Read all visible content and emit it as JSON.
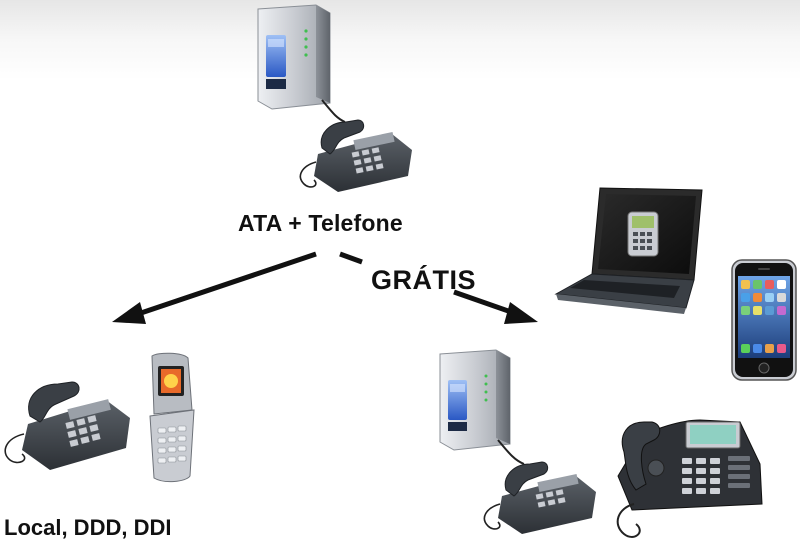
{
  "labels": {
    "top": "ATA + Telefone",
    "free": "GRÁTIS",
    "bottom_left": "Local, DDD, DDI"
  },
  "devices": [
    {
      "id": "ata-top",
      "icon": "ata-adapter-icon"
    },
    {
      "id": "desk-phone-top",
      "icon": "desk-phone-icon"
    },
    {
      "id": "desk-phone-left",
      "icon": "desk-phone-icon"
    },
    {
      "id": "flip-phone-left",
      "icon": "flip-phone-icon"
    },
    {
      "id": "ata-right",
      "icon": "ata-adapter-icon"
    },
    {
      "id": "desk-phone-right",
      "icon": "desk-phone-icon"
    },
    {
      "id": "laptop-right",
      "icon": "laptop-icon"
    },
    {
      "id": "smartphone-right",
      "icon": "smartphone-icon"
    },
    {
      "id": "ip-phone-right",
      "icon": "ip-phone-icon"
    }
  ],
  "colors": {
    "arrow": "#111111",
    "device_silver": "#c9ccd2",
    "device_dark": "#3a3f45",
    "ata_screen": "#3b6fd9"
  }
}
